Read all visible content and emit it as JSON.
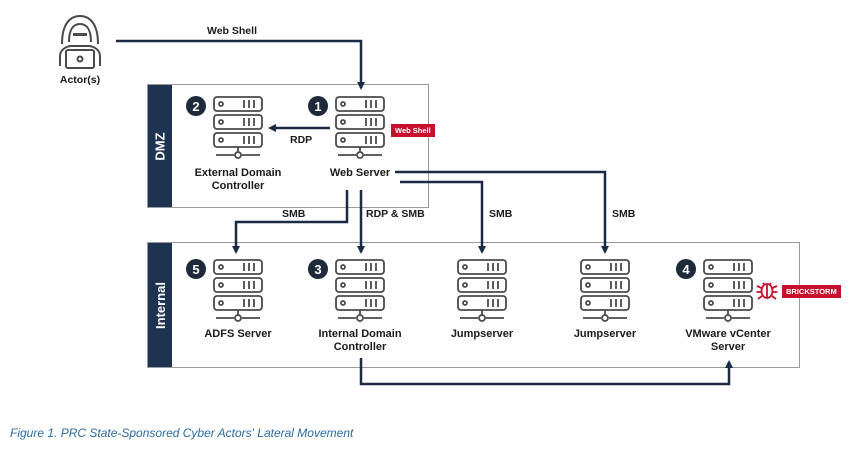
{
  "actor": {
    "label": "Actor(s)",
    "icon": "hacker-icon"
  },
  "zones": {
    "dmz": "DMZ",
    "internal": "Internal"
  },
  "nodes": {
    "web_server": {
      "number": "1",
      "label": "Web Server",
      "icon": "server-icon"
    },
    "external_dc": {
      "number": "2",
      "label_line1": "External Domain",
      "label_line2": "Controller",
      "icon": "server-icon"
    },
    "internal_dc": {
      "number": "3",
      "label_line1": "Internal Domain",
      "label_line2": "Controller",
      "icon": "server-icon"
    },
    "vcenter": {
      "number": "4",
      "label_line1": "VMware vCenter",
      "label_line2": "Server",
      "icon": "server-icon"
    },
    "adfs": {
      "number": "5",
      "label": "ADFS Server",
      "icon": "server-icon"
    },
    "jumpserver_1": {
      "label": "Jumpserver",
      "icon": "server-icon"
    },
    "jumpserver_2": {
      "label": "Jumpserver",
      "icon": "server-icon"
    }
  },
  "edges": {
    "web_shell": "Web Shell",
    "rdp": "RDP",
    "smb_adfs": "SMB",
    "rdp_smb": "RDP & SMB",
    "smb_jump1": "SMB",
    "smb_jump2": "SMB"
  },
  "tags": {
    "web_shell": "Web Shell",
    "brickstorm": "BRICKSTORM"
  },
  "caption": "Figure 1. PRC State-Sponsored Cyber Actors' Lateral Movement",
  "colors": {
    "navy": "#1e3352",
    "line": "#1a2b44",
    "red": "#c8102e",
    "icon": "#4a4a4a",
    "caption": "#2b6ca3"
  }
}
